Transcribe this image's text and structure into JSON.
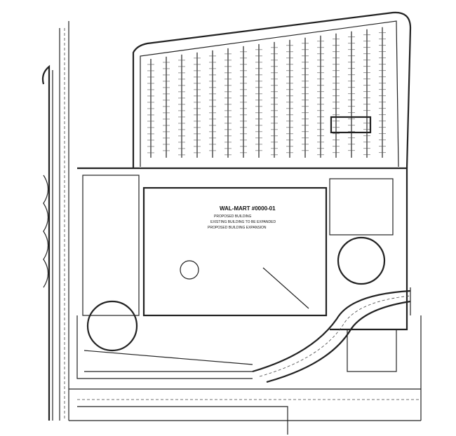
{
  "plan": {
    "title": "WAL-MART #0000-01",
    "subtitle_lines": [
      "PROPOSED BUILDING",
      "EXISTING BUILDING TO BE EXPANDED",
      "PROPOSED BUILDING EXPANSION"
    ],
    "ink_color": "#222222",
    "paper_color": "#ffffff"
  }
}
